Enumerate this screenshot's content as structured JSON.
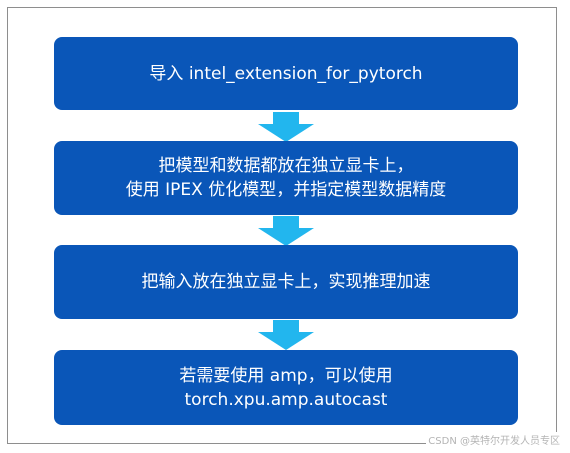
{
  "colors": {
    "box_fill": "#0a56b8",
    "box_text": "#ffffff",
    "arrow_fill": "#22b6ee",
    "frame_border": "#8e8e8e",
    "watermark_text": "#b4b4b4"
  },
  "steps": [
    {
      "lines": [
        "导入 intel_extension_for_pytorch"
      ]
    },
    {
      "lines": [
        "把模型和数据都放在独立显卡上，",
        "使用 IPEX 优化模型，并指定模型数据精度"
      ]
    },
    {
      "lines": [
        "把输入放在独立显卡上，实现推理加速"
      ]
    },
    {
      "lines": [
        "若需要使用 amp，可以使用",
        "torch.xpu.amp.autocast"
      ]
    }
  ],
  "watermark": "CSDN @英特尔开发人员专区"
}
